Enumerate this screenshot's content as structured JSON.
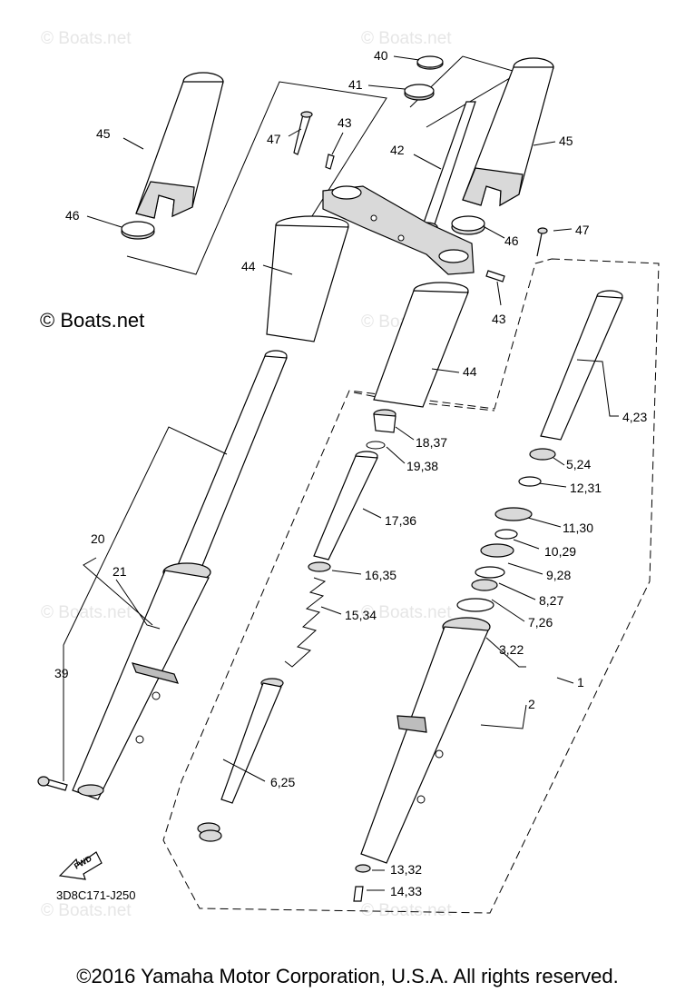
{
  "watermark": "© Boats.net",
  "copyright": "©2016 Yamaha Motor Corporation, U.S.A. All rights reserved.",
  "reference_code": "3D8C171-J250",
  "fwd_label": "FWD",
  "callouts": {
    "c40": "40",
    "c41": "41",
    "c47a": "47",
    "c43a": "43",
    "c42": "42",
    "c45a": "45",
    "c45b": "45",
    "c46a": "46",
    "c46b": "46",
    "c47b": "47",
    "c44a": "44",
    "c43b": "43",
    "c44b": "44",
    "c18": "18,37",
    "c19": "19,38",
    "c17": "17,36",
    "c16": "16,35",
    "c15": "15,34",
    "c6": "6,25",
    "c4": "4,23",
    "c5": "5,24",
    "c12": "12,31",
    "c11": "11,30",
    "c10": "10,29",
    "c9": "9,28",
    "c8": "8,27",
    "c7": "7,26",
    "c3": "3,22",
    "c1": "1",
    "c2": "2",
    "c13": "13,32",
    "c14": "14,33",
    "c20": "20",
    "c21": "21",
    "c39": "39"
  }
}
